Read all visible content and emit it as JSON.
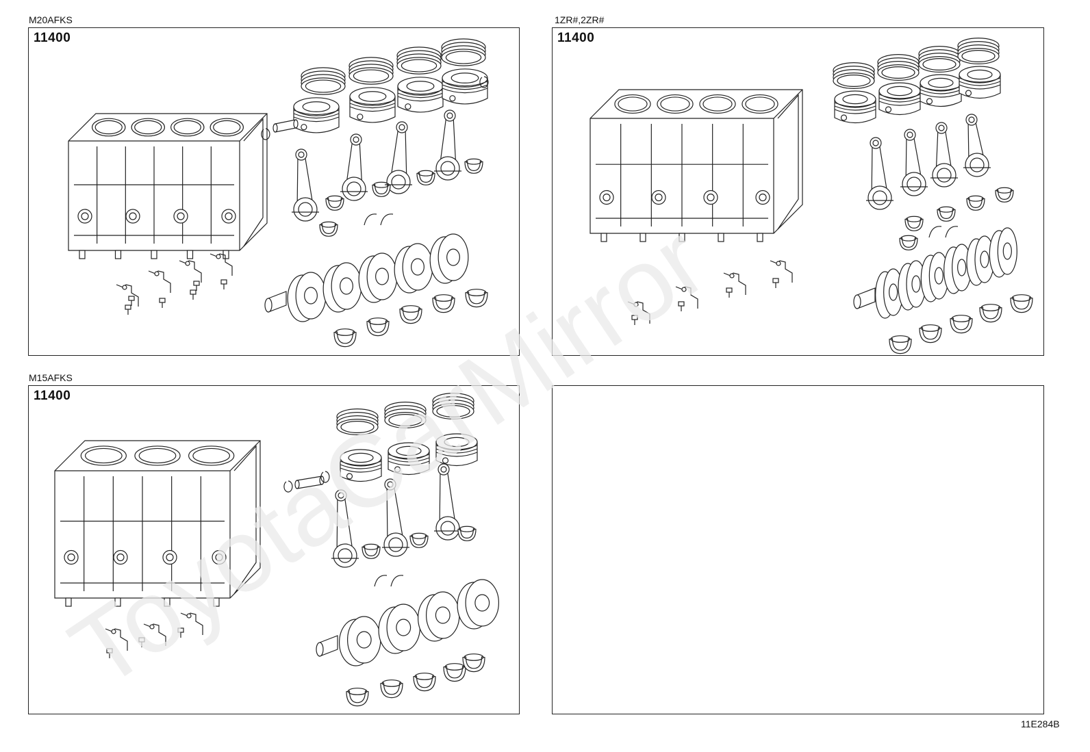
{
  "panels": [
    {
      "engine": "M20AFKS",
      "part_number": "11400"
    },
    {
      "engine": "1ZR#,2ZR#",
      "part_number": "11400"
    },
    {
      "engine": "M15AFKS",
      "part_number": "11400"
    },
    {
      "engine": "",
      "part_number": ""
    }
  ],
  "watermark": "ToyotaCarMirror",
  "illustration_code": "11E284B",
  "icons": [
    "cylinder-block-icon",
    "piston-icon",
    "piston-ring-icon",
    "piston-pin-icon",
    "connecting-rod-icon",
    "bearing-icon",
    "crankshaft-icon",
    "oil-jet-icon",
    "bolt-icon"
  ]
}
